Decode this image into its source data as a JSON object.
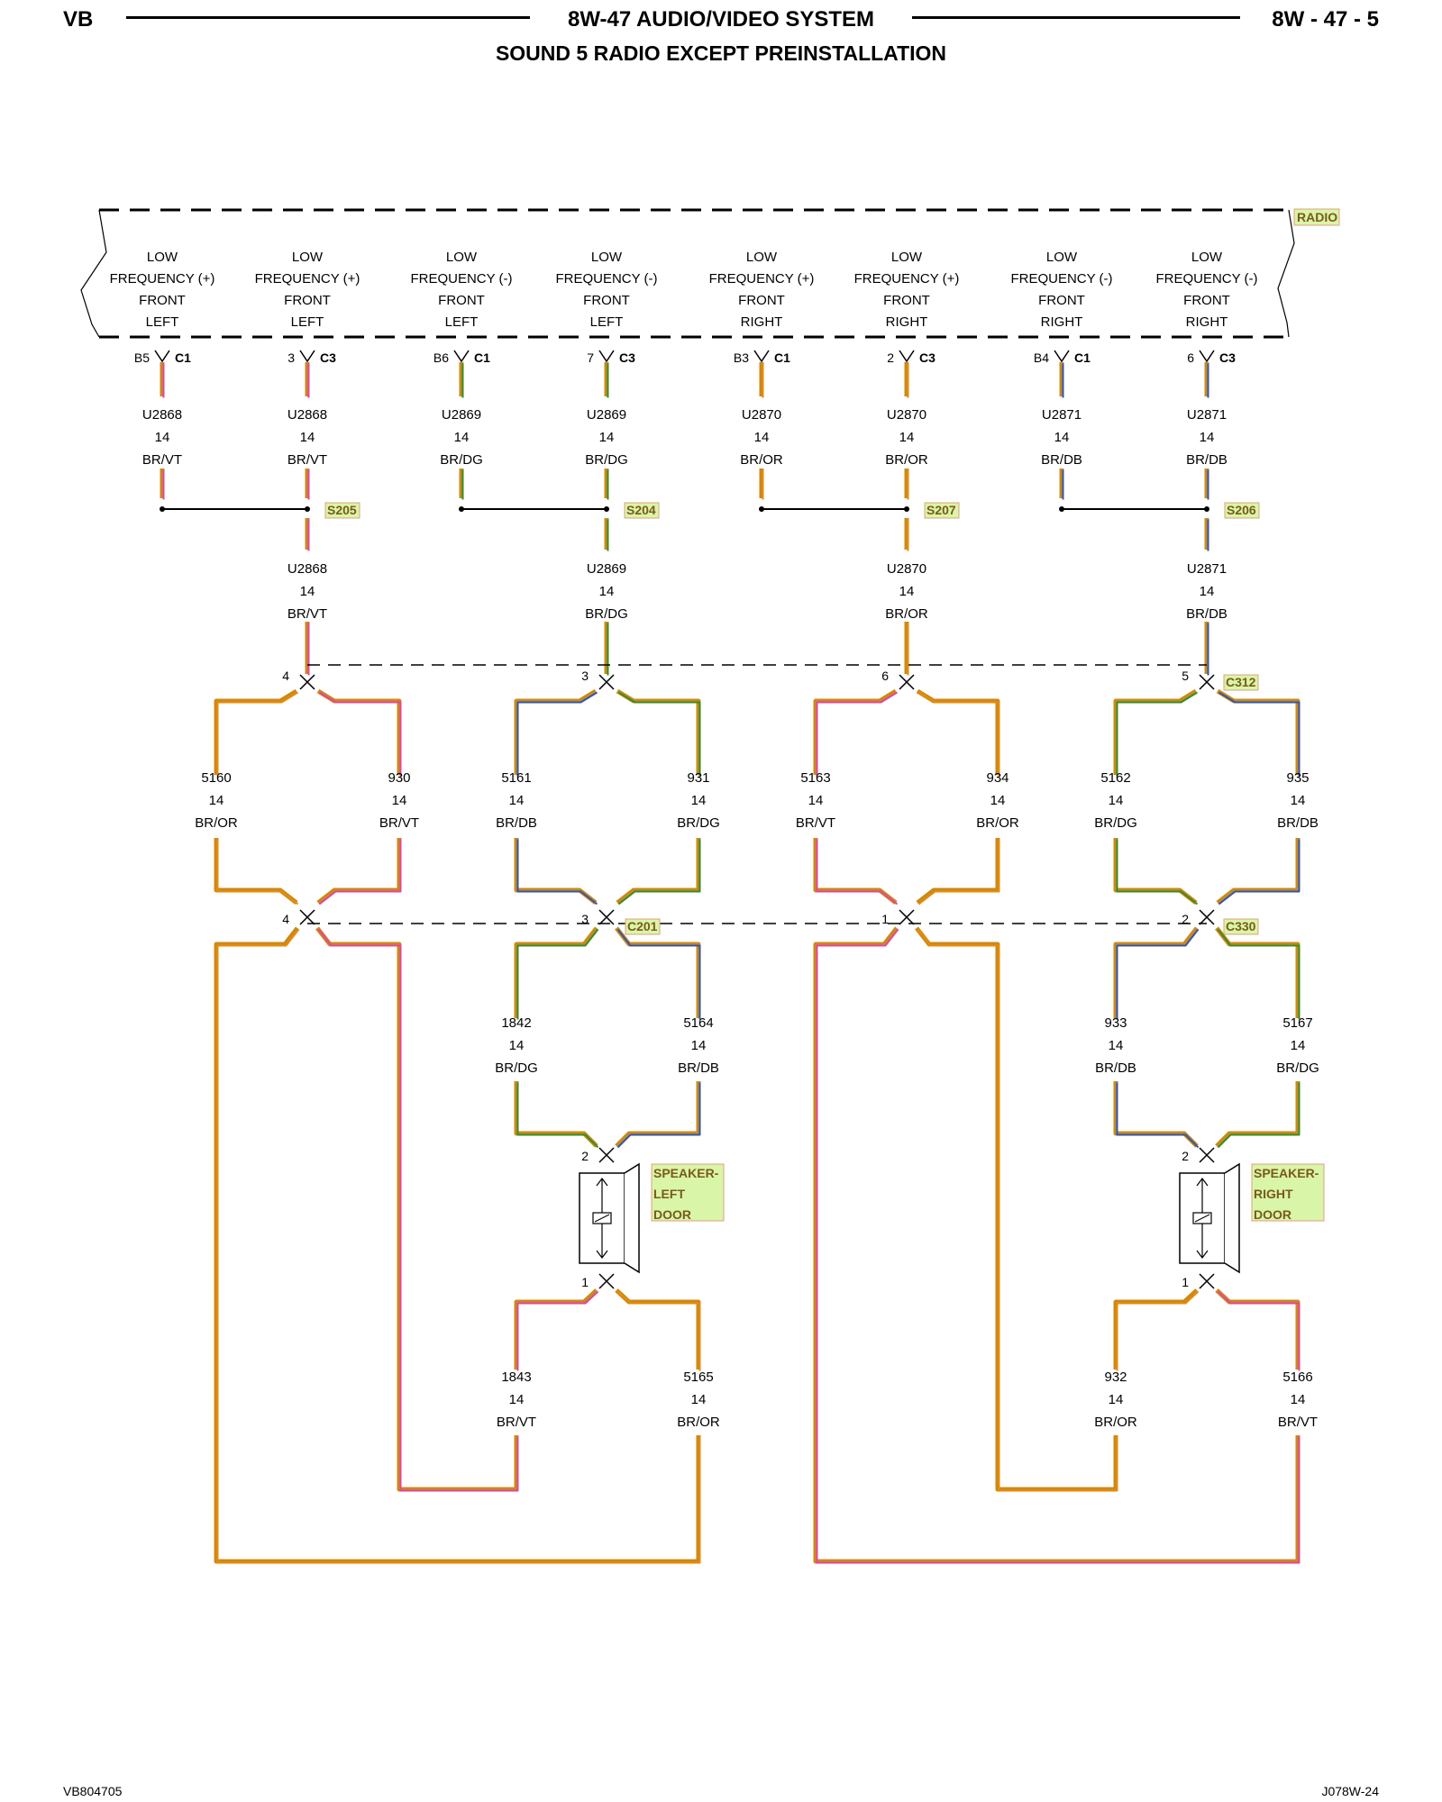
{
  "header": {
    "left": "VB",
    "title": "8W-47 AUDIO/VIDEO SYSTEM",
    "right": "8W - 47 - 5",
    "subtitle": "SOUND 5 RADIO EXCEPT PREINSTALLATION"
  },
  "footer": {
    "left": "VB804705",
    "right": "J078W-24"
  },
  "colors": {
    "BR": "#c98a1c",
    "VT": "#e8449a",
    "DG": "#3a8c1e",
    "OR": "#ee8a00",
    "DB": "#3355aa",
    "label_bg": "#d9f5a8",
    "label_border": "#e0a080",
    "label_text": "#7a5a1a"
  },
  "radio": {
    "label": "RADIO"
  },
  "pins": [
    {
      "line1": "LOW",
      "line2": "FREQUENCY (+)",
      "line3": "FRONT",
      "line4": "LEFT",
      "cav": "B5",
      "conn": "C1",
      "wire": "U2868",
      "gauge": "14",
      "color": "BR/VT"
    },
    {
      "line1": "LOW",
      "line2": "FREQUENCY (+)",
      "line3": "FRONT",
      "line4": "LEFT",
      "cav": "3",
      "conn": "C3",
      "wire": "U2868",
      "gauge": "14",
      "color": "BR/VT"
    },
    {
      "line1": "LOW",
      "line2": "FREQUENCY (-)",
      "line3": "FRONT",
      "line4": "LEFT",
      "cav": "B6",
      "conn": "C1",
      "wire": "U2869",
      "gauge": "14",
      "color": "BR/DG"
    },
    {
      "line1": "LOW",
      "line2": "FREQUENCY (-)",
      "line3": "FRONT",
      "line4": "LEFT",
      "cav": "7",
      "conn": "C3",
      "wire": "U2869",
      "gauge": "14",
      "color": "BR/DG"
    },
    {
      "line1": "LOW",
      "line2": "FREQUENCY (+)",
      "line3": "FRONT",
      "line4": "RIGHT",
      "cav": "B3",
      "conn": "C1",
      "wire": "U2870",
      "gauge": "14",
      "color": "BR/OR"
    },
    {
      "line1": "LOW",
      "line2": "FREQUENCY (+)",
      "line3": "FRONT",
      "line4": "RIGHT",
      "cav": "2",
      "conn": "C3",
      "wire": "U2870",
      "gauge": "14",
      "color": "BR/OR"
    },
    {
      "line1": "LOW",
      "line2": "FREQUENCY (-)",
      "line3": "FRONT",
      "line4": "RIGHT",
      "cav": "B4",
      "conn": "C1",
      "wire": "U2871",
      "gauge": "14",
      "color": "BR/DB"
    },
    {
      "line1": "LOW",
      "line2": "FREQUENCY (-)",
      "line3": "FRONT",
      "line4": "RIGHT",
      "cav": "6",
      "conn": "C3",
      "wire": "U2871",
      "gauge": "14",
      "color": "BR/DB"
    }
  ],
  "splices": [
    {
      "name": "S205",
      "wire": "U2868",
      "gauge": "14",
      "color": "BR/VT"
    },
    {
      "name": "S204",
      "wire": "U2869",
      "gauge": "14",
      "color": "BR/DG"
    },
    {
      "name": "S207",
      "wire": "U2870",
      "gauge": "14",
      "color": "BR/OR"
    },
    {
      "name": "S206",
      "wire": "U2871",
      "gauge": "14",
      "color": "BR/DB"
    }
  ],
  "c312": {
    "name": "C312",
    "groups": [
      {
        "cav": "4",
        "left": {
          "wire": "5160",
          "gauge": "14",
          "color": "BR/OR"
        },
        "right": {
          "wire": "930",
          "gauge": "14",
          "color": "BR/VT"
        }
      },
      {
        "cav": "3",
        "left": {
          "wire": "5161",
          "gauge": "14",
          "color": "BR/DB"
        },
        "right": {
          "wire": "931",
          "gauge": "14",
          "color": "BR/DG"
        }
      },
      {
        "cav": "6",
        "left": {
          "wire": "5163",
          "gauge": "14",
          "color": "BR/VT"
        },
        "right": {
          "wire": "934",
          "gauge": "14",
          "color": "BR/OR"
        }
      },
      {
        "cav": "5",
        "left": {
          "wire": "5162",
          "gauge": "14",
          "color": "BR/DG"
        },
        "right": {
          "wire": "935",
          "gauge": "14",
          "color": "BR/DB"
        }
      }
    ]
  },
  "c201": {
    "name": "C201",
    "cav_a": "4",
    "cav_b": "3"
  },
  "c330": {
    "name": "C330",
    "cav_a": "1",
    "cav_b": "2"
  },
  "door_wires": {
    "left_upper": [
      {
        "wire": "1842",
        "gauge": "14",
        "color": "BR/DG"
      },
      {
        "wire": "5164",
        "gauge": "14",
        "color": "BR/DB"
      }
    ],
    "left_lower": [
      {
        "wire": "1843",
        "gauge": "14",
        "color": "BR/VT"
      },
      {
        "wire": "5165",
        "gauge": "14",
        "color": "BR/OR"
      }
    ],
    "right_upper": [
      {
        "wire": "933",
        "gauge": "14",
        "color": "BR/DB"
      },
      {
        "wire": "5167",
        "gauge": "14",
        "color": "BR/DG"
      }
    ],
    "right_lower": [
      {
        "wire": "932",
        "gauge": "14",
        "color": "BR/OR"
      },
      {
        "wire": "5166",
        "gauge": "14",
        "color": "BR/VT"
      }
    ]
  },
  "speakers": [
    {
      "line1": "SPEAKER-",
      "line2": "LEFT",
      "line3": "DOOR",
      "pin_top": "2",
      "pin_bottom": "1"
    },
    {
      "line1": "SPEAKER-",
      "line2": "RIGHT",
      "line3": "DOOR",
      "pin_top": "2",
      "pin_bottom": "1"
    }
  ]
}
